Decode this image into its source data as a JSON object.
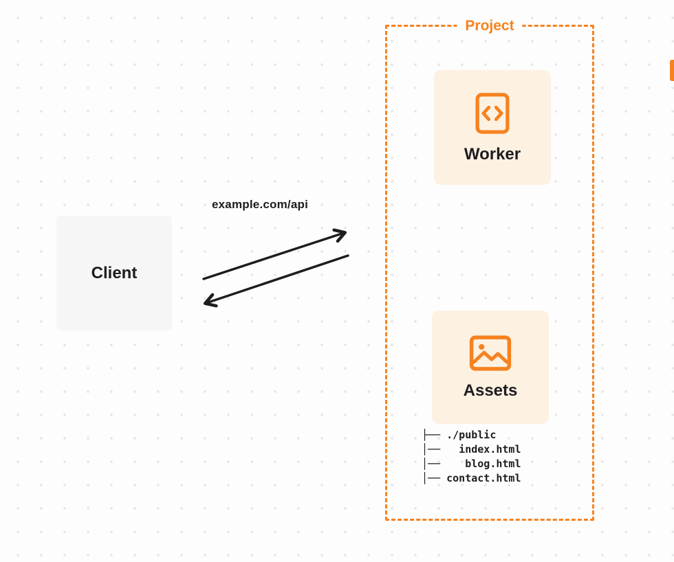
{
  "colors": {
    "accent": "#F6821F",
    "cardBg": "#FDF1E2",
    "clientBg": "#F6F6F7",
    "ink": "#1D1D1F",
    "pageBg": "#FDFDFD",
    "dot": "#E4E4E4",
    "arrow": "#1D1D1F"
  },
  "client": {
    "label": "Client"
  },
  "request": {
    "label": "example.com/api"
  },
  "project": {
    "label": "Project",
    "worker": {
      "label": "Worker",
      "icon": "code-brackets-icon"
    },
    "assets": {
      "label": "Assets",
      "icon": "image-icon"
    },
    "file_tree": {
      "lines": [
        "├── ./public",
        "│──   index.html",
        "│──    blog.html",
        "│── contact.html"
      ]
    }
  }
}
